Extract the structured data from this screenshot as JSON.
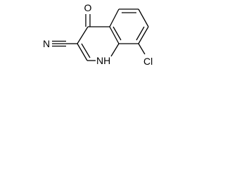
{
  "molecule": {
    "atoms": {
      "oxygen": "O",
      "nitrile_nitrogen": "N",
      "chlorine": "Cl",
      "ring_nh": "NH"
    }
  }
}
